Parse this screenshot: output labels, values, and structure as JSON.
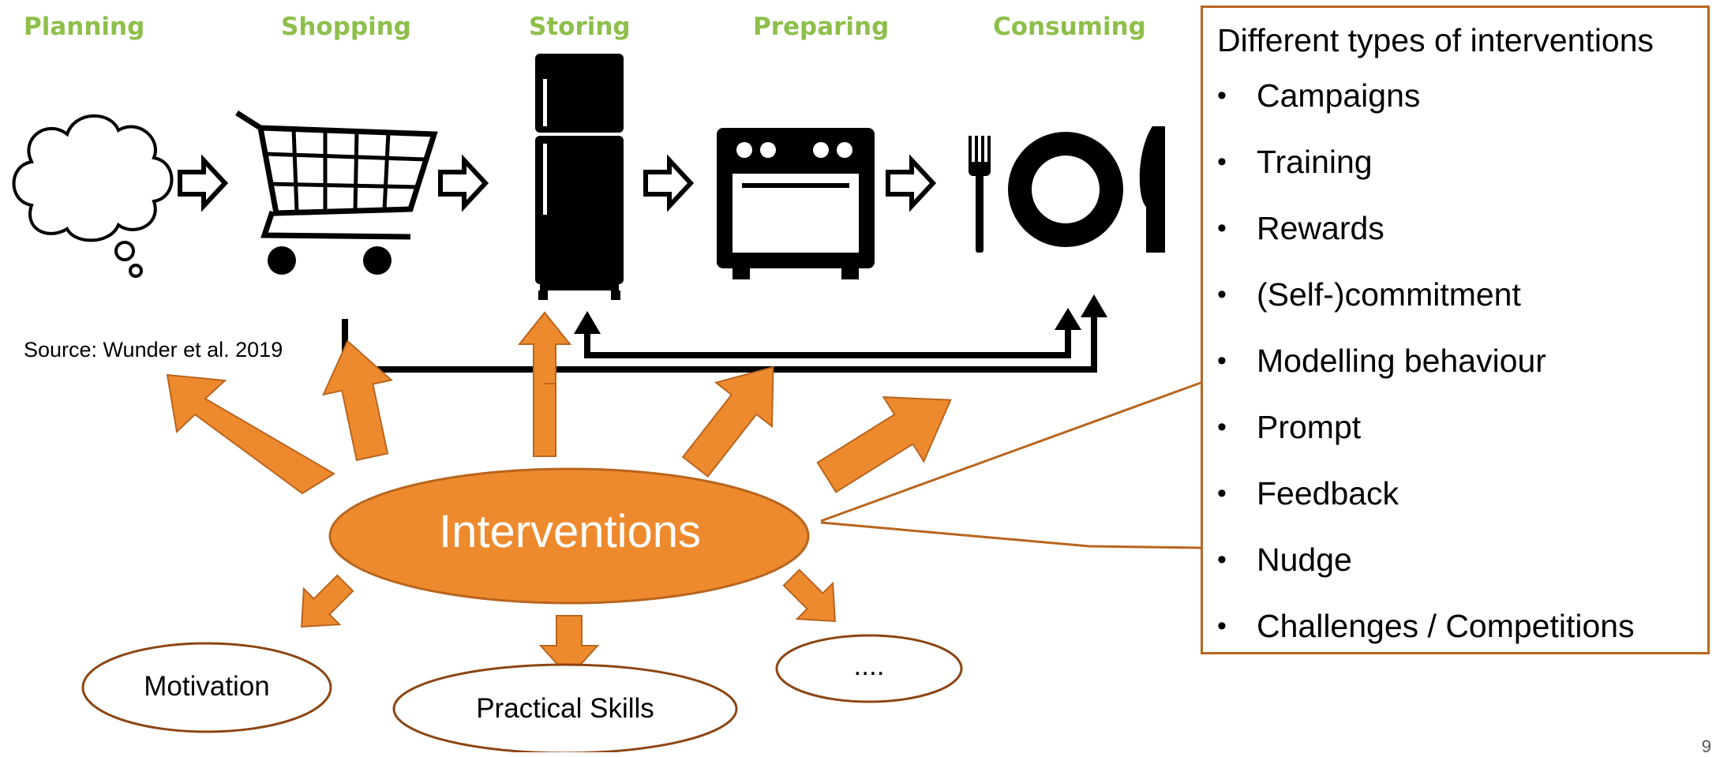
{
  "stages": [
    "Planning",
    "Shopping",
    "Storing",
    "Preparing",
    "Consuming"
  ],
  "source": "Source: Wunder et al. 2019",
  "center": "Interventions",
  "targets": [
    "Motivation",
    "Practical Skills",
    "...."
  ],
  "box": {
    "title": "Different types of interventions",
    "items": [
      "Campaigns",
      "Training",
      "Rewards",
      "(Self-)commitment",
      "Modelling behaviour",
      "Prompt",
      "Feedback",
      "Nudge",
      "Challenges / Competitions"
    ]
  },
  "page_number": "9",
  "colors": {
    "stage_label": "#8DBF4A",
    "accent": "#EE8A2E",
    "border": "#B8651E",
    "icon": "#000000"
  }
}
